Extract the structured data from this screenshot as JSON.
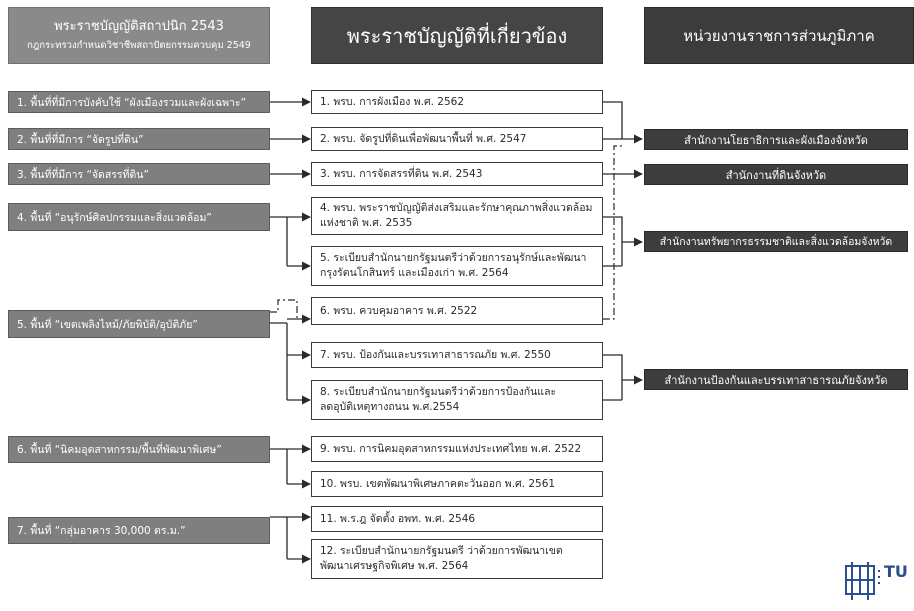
{
  "headers": {
    "left_title": "พระราชบัญญัติสถาปนิก 2543",
    "left_subtitle": "กฎกระทรวงกำหนดวิชาชีพสถาปัตยกรรมควบคุม 2549",
    "middle_title": "พระราชบัญญัติที่เกี่ยวข้อง",
    "right_title": "หน่วยงานราชการส่วนภูมิภาค"
  },
  "areas": [
    "1. พื้นที่ที่มีการบังคับใช้ “ผังเมืองรวมและผังเฉพาะ”",
    "2. พื้นที่ที่มีการ “จัดรูปที่ดิน”",
    "3. พื้นที่ที่มีการ “จัดสรรที่ดิน”",
    "4. พื้นที่ “อนุรักษ์ศิลปกรรมและสิ่งแวดล้อม”",
    "5. พื้นที่ “เขตเพลิงไหม้/ภัยพิบัติ/อุบัติภัย”",
    "6. พื้นที่ “นิคมอุตสาหกรรม/พื้นที่พัฒนาพิเศษ”",
    "7. พื้นที่ “กลุ่มอาคาร 30,000 ตร.ม.”"
  ],
  "laws": [
    "1. พรบ. การผังเมือง พ.ศ. 2562",
    "2. พรบ. จัดรูปที่ดินเพื่อพัฒนาพื้นที่ พ.ศ. 2547",
    "3. พรบ. การจัดสรรที่ดิน พ.ศ. 2543",
    "4. พรบ. พระราชบัญญัติส่งเสริมและรักษาคุณภาพสิ่งแวดล้อม\nแห่งชาติ พ.ศ. 2535",
    "5. ระเบียบสำนักนายกรัฐมนตรีว่าด้วยการอนุรักษ์และพัฒนา\nกรุงรัตนโกสินทร์ และเมืองเก่า พ.ศ. 2564",
    "6. พรบ. ควบคุมอาคาร พ.ศ. 2522",
    "7. พรบ. ป้องกันและบรรเทาสาธารณภัย พ.ศ. 2550",
    "8. ระเบียบสำนักนายกรัฐมนตรีว่าด้วยการป้องกันและ\nลดอุบัติเหตุทางถนน พ.ศ.2554",
    "9. พรบ. การนิคมอุตสาหกรรมแห่งประเทศไทย พ.ศ. 2522",
    "10. พรบ. เขตพัฒนาพิเศษภาคตะวันออก พ.ศ. 2561",
    "11. พ.ร.ฎ จัดตั้ง อพท. พ.ศ. 2546",
    "12. ระเบียบสำนักนายกรัฐมนตรี ว่าด้วยการพัฒนาเขต\nพัฒนาเศรษฐกิจพิเศษ พ.ศ. 2564"
  ],
  "agencies": [
    "สำนักงานโยธาธิการและผังเมืองจังหวัด",
    "สำนักงานที่ดินจังหวัด",
    "สำนักงานทรัพยากรธรรมชาติและสิ่งแวดล้อมจังหวัด",
    "สำนักงานป้องกันและบรรเทาสาธารณภัยจังหวัด"
  ],
  "logo_text": "TU",
  "colors": {
    "left_box": "#7f7f7f",
    "middle_header": "#454545",
    "right_box": "#3d3d3d",
    "line": "#2a2a2a"
  }
}
